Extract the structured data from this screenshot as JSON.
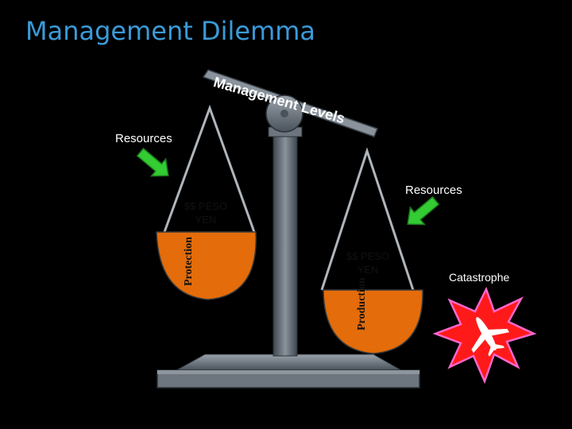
{
  "slide": {
    "title": "Management Dilemma",
    "beam_label": "Management Levels",
    "left_pan": {
      "resources_label": "Resources",
      "money_line1": "$$ PESO",
      "money_line2": "YEN",
      "bowl_label": "Protection"
    },
    "right_pan": {
      "resources_label": "Resources",
      "money_line1": "$$ PESO",
      "money_line2": "YEN",
      "bowl_label": "Production"
    },
    "outcome_label": "Catastrophe"
  },
  "colors": {
    "title": "#3a9bd9",
    "bowl": "#e46c0a",
    "arrow": "#33cc33",
    "scale_metal": "#5a6470",
    "explosion": "#ff1a1a",
    "explosion_outline": "#ff66cc"
  },
  "icons": {
    "arrows": "green-down-right-arrow-icon",
    "outcome": "airplane-crash-icon"
  }
}
